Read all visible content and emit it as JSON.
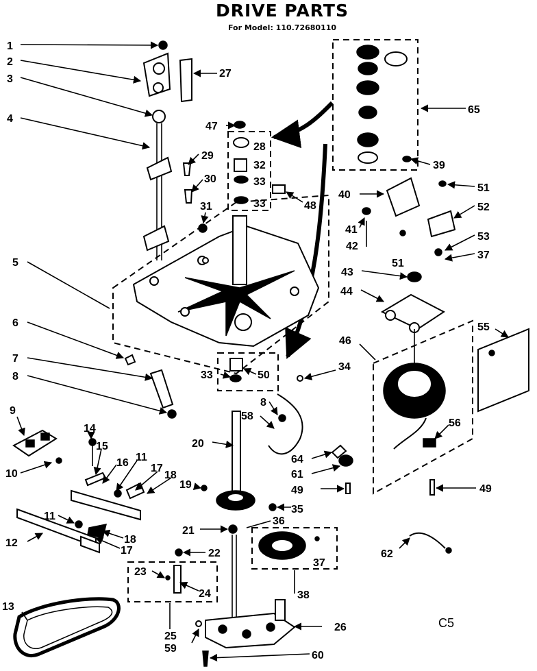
{
  "title": "DRIVE PARTS",
  "subtitle": "For Model: 110.72680110",
  "corner_code": "C5",
  "callouts": [
    "1",
    "2",
    "3",
    "4",
    "27",
    "47",
    "28",
    "29",
    "32",
    "30",
    "33",
    "33",
    "48",
    "31",
    "65",
    "39",
    "40",
    "51",
    "41",
    "52",
    "42",
    "51",
    "53",
    "37",
    "43",
    "44",
    "5",
    "6",
    "7",
    "8",
    "33",
    "50",
    "34",
    "46",
    "55",
    "8",
    "58",
    "9",
    "14",
    "15",
    "16",
    "11",
    "17",
    "18",
    "20",
    "64",
    "61",
    "56",
    "10",
    "19",
    "49",
    "49",
    "35",
    "11",
    "21",
    "36",
    "12",
    "18",
    "17",
    "22",
    "37",
    "62",
    "23",
    "24",
    "38",
    "13",
    "25",
    "59",
    "26",
    "60"
  ]
}
